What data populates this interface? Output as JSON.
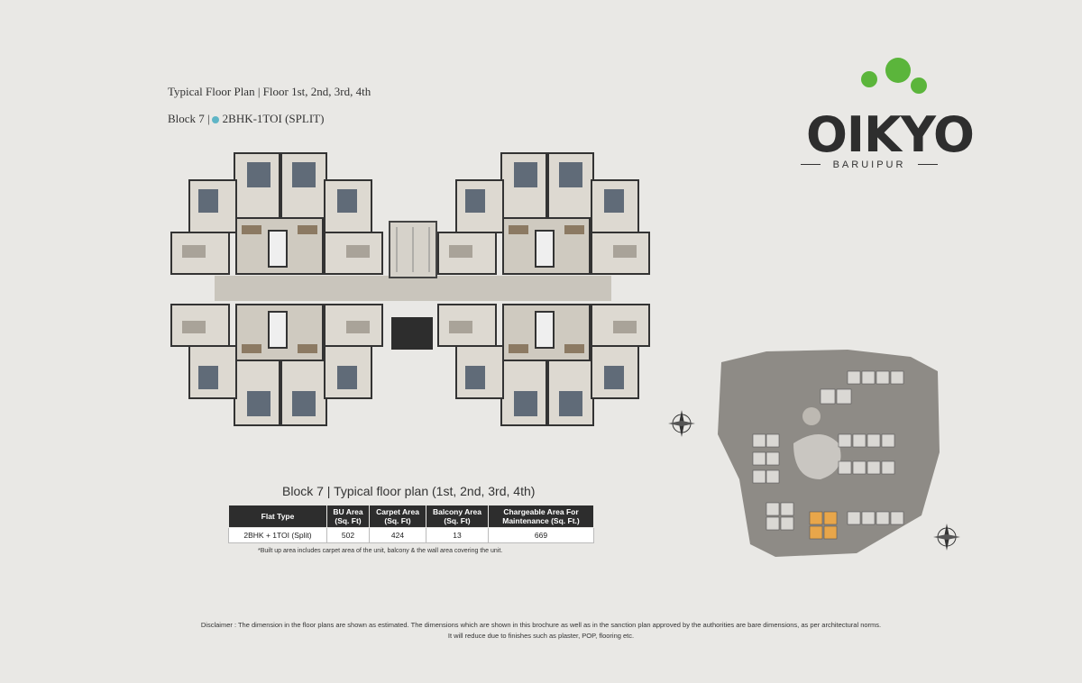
{
  "header": {
    "line1": "Typical Floor Plan | Floor 1st, 2nd, 3rd, 4th",
    "block_label": "Block 7 |",
    "unit_type": "2BHK-1TOI (SPLIT)"
  },
  "logo": {
    "word": "OIKYO",
    "subtitle": "BARUIPUR",
    "colors": {
      "green": "#5bb53b",
      "text": "#2e2e2e"
    }
  },
  "table": {
    "title": "Block 7 | Typical floor plan (1st, 2nd, 3rd, 4th)",
    "headers": [
      "Flat Type",
      "BU Area (Sq. Ft)",
      "Carpet Area (Sq. Ft)",
      "Balcony Area (Sq. Ft)",
      "Chargeable Area For Maintenance (Sq. Ft.)"
    ],
    "rows": [
      [
        "2BHK + 1TOI (Split)",
        "502",
        "424",
        "13",
        "669"
      ]
    ],
    "note": "*Built up area includes carpet area of the unit, balcony & the wall area covering the unit."
  },
  "disclaimer": {
    "line1": "Disclaimer : The dimension in the floor plans are shown as estimated. The dimensions which are shown in this brochure as well as in the sanction plan approved by the authorities are bare dimensions, as per architectural norms.",
    "line2": "It will reduce due to finishes such as plaster, POP, flooring etc."
  },
  "colors": {
    "accent_dot": "#5fb5c6",
    "highlight_block": "#e8a64a",
    "table_header": "#2d2d2d"
  }
}
